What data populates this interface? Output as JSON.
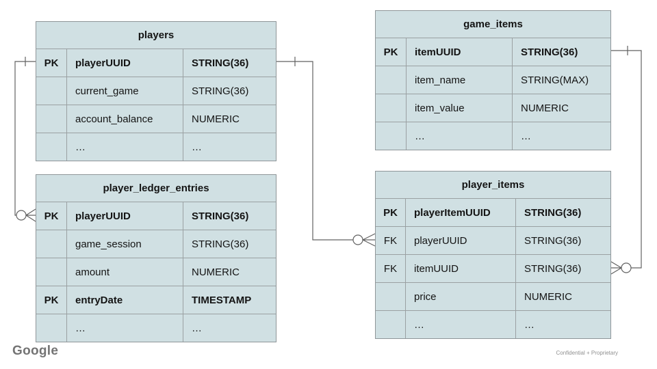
{
  "footer": {
    "brand": "Google",
    "note": "Confidential + Proprietary"
  },
  "colors": {
    "table_fill": "#d0e0e3",
    "table_border": "#8e9598",
    "grid_line": "#9aa0a2",
    "connector_line": "#616161",
    "text": "#141414",
    "background": "#ffffff"
  },
  "diagram": {
    "type": "entity-relationship",
    "tables": {
      "players": {
        "title": "players",
        "rows": [
          {
            "key": "PK",
            "name": "playerUUID",
            "type": "STRING(36)"
          },
          {
            "key": "",
            "name": "current_game",
            "type": "STRING(36)"
          },
          {
            "key": "",
            "name": "account_balance",
            "type": "NUMERIC"
          },
          {
            "key": "",
            "name": "…",
            "type": "…"
          }
        ]
      },
      "game_items": {
        "title": "game_items",
        "rows": [
          {
            "key": "PK",
            "name": "itemUUID",
            "type": "STRING(36)"
          },
          {
            "key": "",
            "name": "item_name",
            "type": "STRING(MAX)"
          },
          {
            "key": "",
            "name": "item_value",
            "type": "NUMERIC"
          },
          {
            "key": "",
            "name": "…",
            "type": "…"
          }
        ]
      },
      "player_ledger_entries": {
        "title": "player_ledger_entries",
        "rows": [
          {
            "key": "PK",
            "name": "playerUUID",
            "type": "STRING(36)"
          },
          {
            "key": "",
            "name": "game_session",
            "type": "STRING(36)"
          },
          {
            "key": "",
            "name": "amount",
            "type": "NUMERIC"
          },
          {
            "key": "PK",
            "name": "entryDate",
            "type": "TIMESTAMP"
          },
          {
            "key": "",
            "name": "…",
            "type": "…"
          }
        ]
      },
      "player_items": {
        "title": "player_items",
        "rows": [
          {
            "key": "PK",
            "name": "playerItemUUID",
            "type": "STRING(36)"
          },
          {
            "key": "FK",
            "name": "playerUUID",
            "type": "STRING(36)"
          },
          {
            "key": "FK",
            "name": "itemUUID",
            "type": "STRING(36)"
          },
          {
            "key": "",
            "name": "price",
            "type": "NUMERIC"
          },
          {
            "key": "",
            "name": "…",
            "type": "…"
          }
        ]
      }
    },
    "relationships": [
      {
        "from": "players.playerUUID",
        "to": "player_ledger_entries.playerUUID",
        "from_cardinality": "one",
        "to_cardinality": "zero-or-many"
      },
      {
        "from": "players.playerUUID",
        "to": "player_items.playerUUID",
        "from_cardinality": "one",
        "to_cardinality": "zero-or-many"
      },
      {
        "from": "game_items.itemUUID",
        "to": "player_items.itemUUID",
        "from_cardinality": "one",
        "to_cardinality": "zero-or-many"
      }
    ]
  }
}
